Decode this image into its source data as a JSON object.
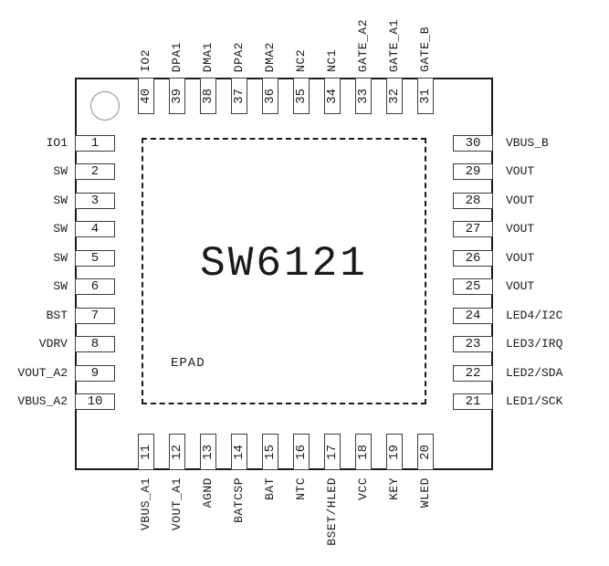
{
  "chip": {
    "part_number": "SW6121",
    "epad_label": "EPAD"
  },
  "colors": {
    "ink": "#1a1a1a",
    "background": "#ffffff"
  },
  "pins": {
    "top": [
      {
        "number": "40",
        "label": "IO2"
      },
      {
        "number": "39",
        "label": "DPA1"
      },
      {
        "number": "38",
        "label": "DMA1"
      },
      {
        "number": "37",
        "label": "DPA2"
      },
      {
        "number": "36",
        "label": "DMA2"
      },
      {
        "number": "35",
        "label": "NC2"
      },
      {
        "number": "34",
        "label": "NC1"
      },
      {
        "number": "33",
        "label": "GATE_A2"
      },
      {
        "number": "32",
        "label": "GATE_A1"
      },
      {
        "number": "31",
        "label": "GATE_B"
      }
    ],
    "left": [
      {
        "number": "1",
        "label": "IO1"
      },
      {
        "number": "2",
        "label": "SW"
      },
      {
        "number": "3",
        "label": "SW"
      },
      {
        "number": "4",
        "label": "SW"
      },
      {
        "number": "5",
        "label": "SW"
      },
      {
        "number": "6",
        "label": "SW"
      },
      {
        "number": "7",
        "label": "BST"
      },
      {
        "number": "8",
        "label": "VDRV"
      },
      {
        "number": "9",
        "label": "VOUT_A2"
      },
      {
        "number": "10",
        "label": "VBUS_A2"
      }
    ],
    "right": [
      {
        "number": "30",
        "label": "VBUS_B"
      },
      {
        "number": "29",
        "label": "VOUT"
      },
      {
        "number": "28",
        "label": "VOUT"
      },
      {
        "number": "27",
        "label": "VOUT"
      },
      {
        "number": "26",
        "label": "VOUT"
      },
      {
        "number": "25",
        "label": "VOUT"
      },
      {
        "number": "24",
        "label": "LED4/I2C"
      },
      {
        "number": "23",
        "label": "LED3/IRQ"
      },
      {
        "number": "22",
        "label": "LED2/SDA"
      },
      {
        "number": "21",
        "label": "LED1/SCK"
      }
    ],
    "bottom": [
      {
        "number": "11",
        "label": "VBUS_A1"
      },
      {
        "number": "12",
        "label": "VOUT_A1"
      },
      {
        "number": "13",
        "label": "AGND"
      },
      {
        "number": "14",
        "label": "BATCSP"
      },
      {
        "number": "15",
        "label": "BAT"
      },
      {
        "number": "16",
        "label": "NTC"
      },
      {
        "number": "17",
        "label": "BSET/HLED"
      },
      {
        "number": "18",
        "label": "VCC"
      },
      {
        "number": "19",
        "label": "KEY"
      },
      {
        "number": "20",
        "label": "WLED"
      }
    ]
  }
}
